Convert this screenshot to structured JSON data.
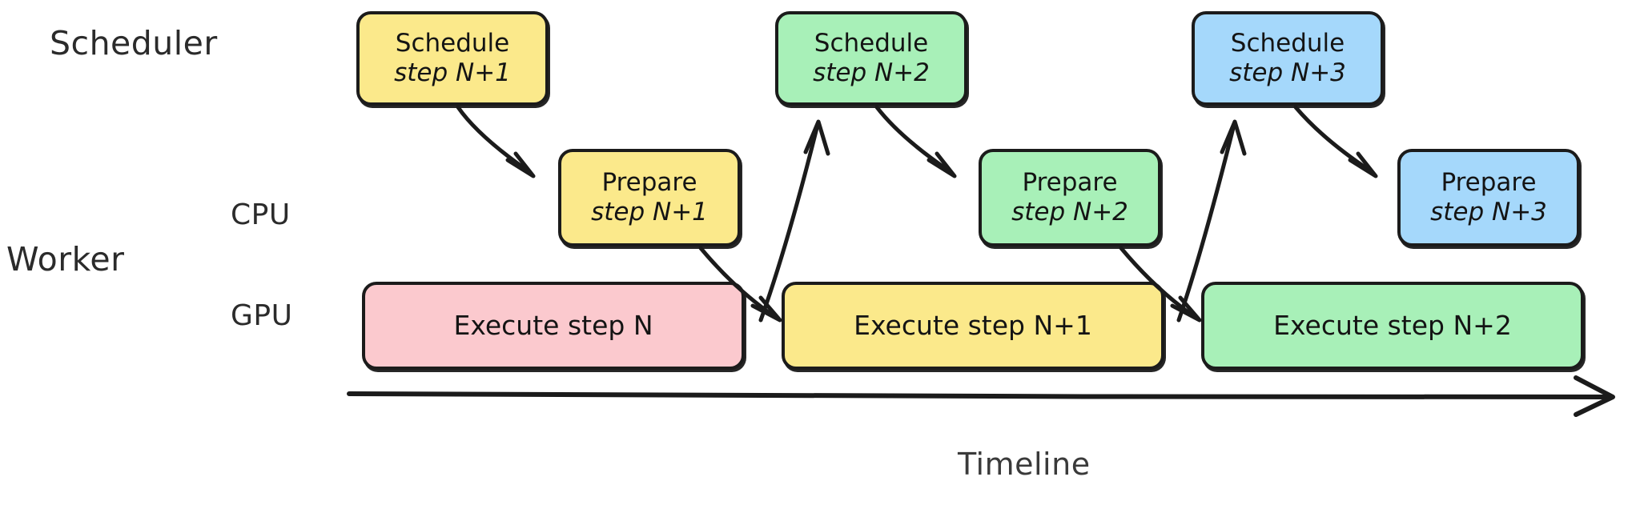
{
  "diagram": {
    "title_visible": false,
    "colors": {
      "yellow": "#fbe98b",
      "green": "#a8f0b8",
      "blue": "#a5d8fb",
      "pink": "#fbc9ce",
      "stroke": "#1b1b1b",
      "text": "#141414",
      "label_text": "#2b2b2b"
    }
  },
  "labels": {
    "scheduler": "Scheduler",
    "worker": "Worker",
    "cpu": "CPU",
    "gpu": "GPU",
    "timeline": "Timeline"
  },
  "rows": {
    "scheduler": {
      "lane": "Scheduler",
      "boxes": [
        {
          "line1": "Schedule",
          "line2": "step N+1",
          "color": "yellow"
        },
        {
          "line1": "Schedule",
          "line2": "step N+2",
          "color": "green"
        },
        {
          "line1": "Schedule",
          "line2": "step N+3",
          "color": "blue"
        }
      ]
    },
    "cpu": {
      "lane": "CPU",
      "boxes": [
        {
          "line1": "Prepare",
          "line2": "step N+1",
          "color": "yellow"
        },
        {
          "line1": "Prepare",
          "line2": "step N+2",
          "color": "green"
        },
        {
          "line1": "Prepare",
          "line2": "step N+3",
          "color": "blue"
        }
      ]
    },
    "gpu": {
      "lane": "GPU",
      "boxes": [
        {
          "line1": "Execute step N",
          "color": "pink"
        },
        {
          "line1": "Execute step N+1",
          "color": "yellow"
        },
        {
          "line1": "Execute step N+2",
          "color": "green"
        }
      ]
    }
  },
  "axis": {
    "name": "timeline-axis",
    "direction": "left-to-right",
    "label": "Timeline"
  },
  "arrows": [
    {
      "from": "Schedule step N+1",
      "to": "Prepare step N+1"
    },
    {
      "from": "Prepare step N+1",
      "to": "Execute step N+1"
    },
    {
      "from": "Execute step N",
      "to": "Schedule step N+2"
    },
    {
      "from": "Schedule step N+2",
      "to": "Prepare step N+2"
    },
    {
      "from": "Prepare step N+2",
      "to": "Execute step N+2"
    },
    {
      "from": "Execute step N+1",
      "to": "Schedule step N+3"
    },
    {
      "from": "Schedule step N+3",
      "to": "Prepare step N+3"
    }
  ]
}
